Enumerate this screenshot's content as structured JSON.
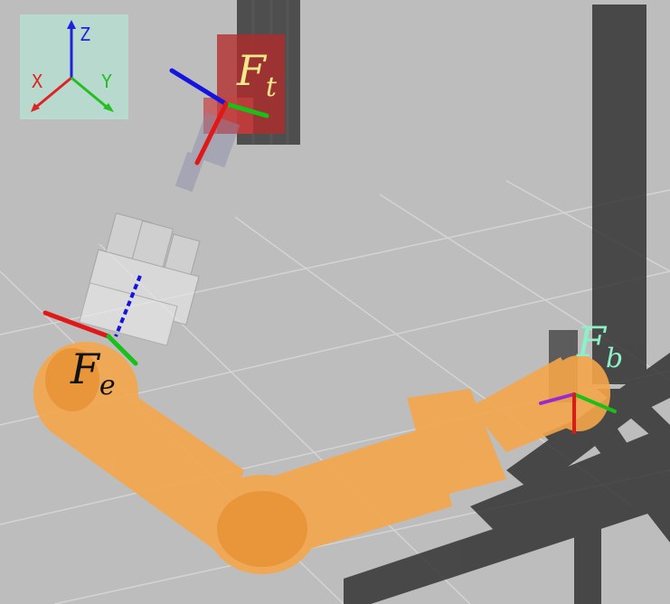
{
  "legend": {
    "x_label": "X",
    "y_label": "Y",
    "z_label": "Z",
    "colors": {
      "x": "#e01818",
      "y": "#18c018",
      "z": "#1414e0"
    }
  },
  "frames": {
    "target": {
      "symbol": "F",
      "subscript": "t",
      "color": "#f4e98a"
    },
    "end_effector": {
      "symbol": "F",
      "subscript": "e",
      "color": "#111111"
    },
    "base": {
      "symbol": "F",
      "subscript": "b",
      "color": "#8ef0c8"
    }
  },
  "scene": {
    "background": "#bdbdbd",
    "grid_line": "#d6d6d6",
    "robot_arm_color": "#f5a64a",
    "frame_structure_color": "#2e2e2e",
    "target_box_color": "#b32a2a"
  }
}
